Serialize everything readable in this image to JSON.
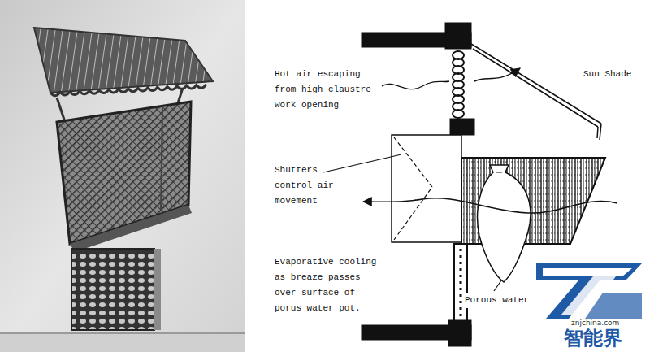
{
  "diagram": {
    "labels": [
      "Hot air escaping from high claustre work opening",
      "Sun Shade",
      "Shutters control air movement",
      "Evaporative cooling as breaze passes over surface of porus water pot.",
      "Porous water",
      "znjchina.com",
      "智能界"
    ]
  }
}
